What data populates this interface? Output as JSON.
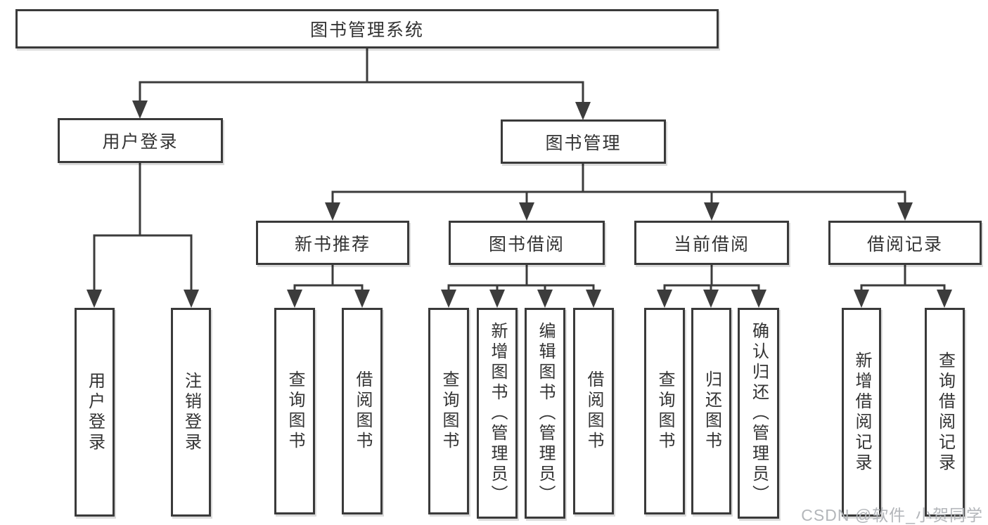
{
  "diagram": {
    "root": {
      "label": "图书管理系统"
    },
    "branches": [
      {
        "label": "用户登录",
        "children": [
          {
            "label": "用户登录"
          },
          {
            "label": "注销登录"
          }
        ]
      },
      {
        "label": "图书管理",
        "children": [
          {
            "label": "新书推荐",
            "children": [
              {
                "label": "查询图书"
              },
              {
                "label": "借阅图书"
              }
            ]
          },
          {
            "label": "图书借阅",
            "children": [
              {
                "label": "查询图书"
              },
              {
                "label": "新增图书（管理员）"
              },
              {
                "label": "编辑图书（管理员）"
              },
              {
                "label": "借阅图书"
              }
            ]
          },
          {
            "label": "当前借阅",
            "children": [
              {
                "label": "查询图书"
              },
              {
                "label": "归还图书"
              },
              {
                "label": "确认归还（管理员）"
              }
            ]
          },
          {
            "label": "借阅记录",
            "children": [
              {
                "label": "新增借阅记录"
              },
              {
                "label": "查询借阅记录"
              }
            ]
          }
        ]
      }
    ]
  },
  "watermark": "CSDN @软件_小贺同学",
  "colors": {
    "line": "#3c3c3c",
    "border": "#3a3a3a",
    "text": "#333333",
    "background": "#ffffff",
    "watermark": "#b3b6ba"
  }
}
